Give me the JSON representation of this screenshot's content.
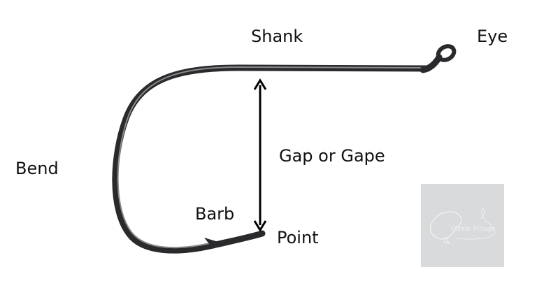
{
  "labels": {
    "shank": "Shank",
    "eye": "Eye",
    "bend": "Bend",
    "gap": "Gap or Gape",
    "barb": "Barb",
    "point": "Point"
  },
  "logo": {
    "text": "Tackle Village"
  },
  "colors": {
    "hook": "#2a2a2c",
    "arrow": "#000000",
    "logo_bg": "#d9dadb"
  }
}
